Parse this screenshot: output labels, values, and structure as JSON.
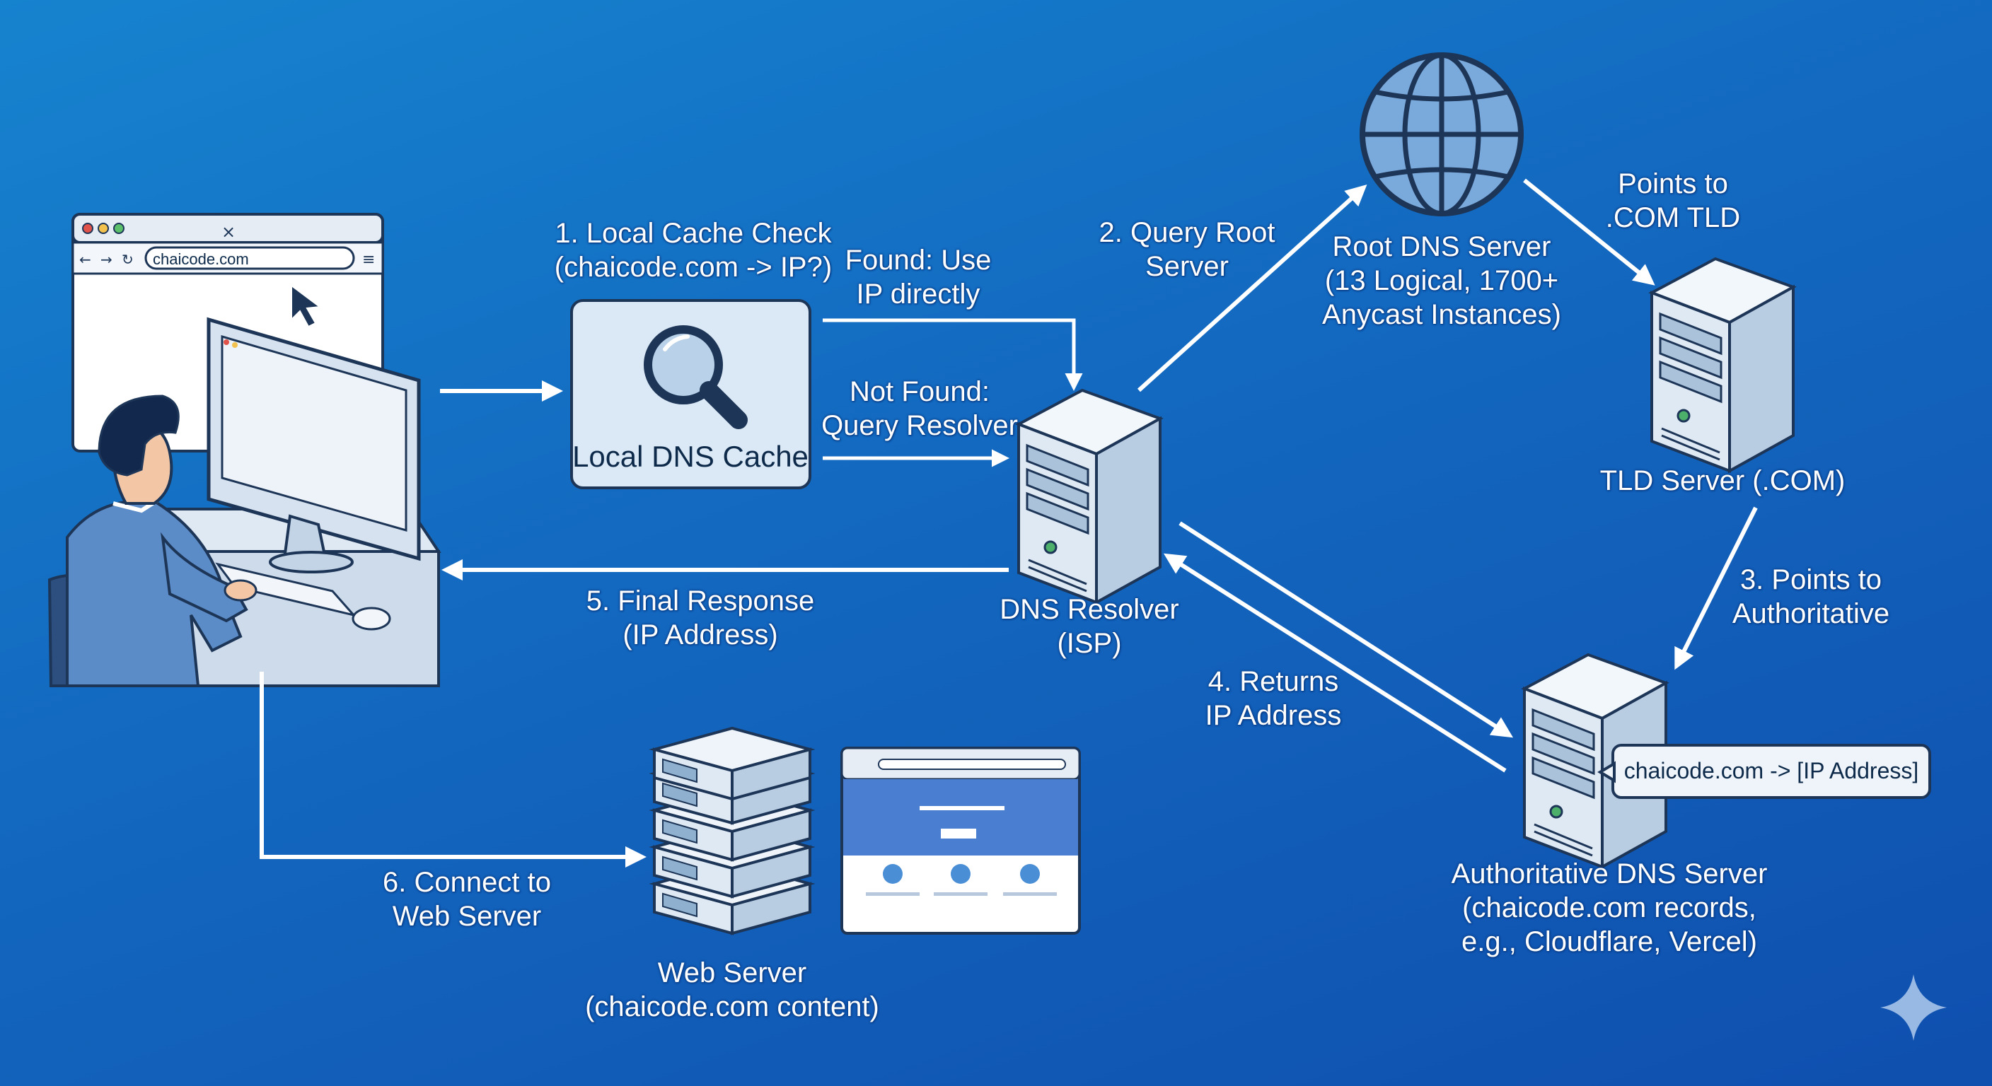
{
  "browser": {
    "url": "chaicode.com"
  },
  "cache_box": {
    "label": "Local DNS Cache"
  },
  "steps": {
    "step1": [
      "1. Local Cache Check",
      "(chaicode.com -> IP?)"
    ],
    "found": [
      "Found: Use",
      "IP directly"
    ],
    "not_found": [
      "Not Found:",
      "Query Resolver"
    ],
    "step2": [
      "2. Query Root",
      "Server"
    ],
    "points_tld": [
      "Points to",
      ".COM TLD"
    ],
    "step3": [
      "3. Points to",
      "Authoritative"
    ],
    "step4": [
      "4. Returns",
      "IP Address"
    ],
    "step5": [
      "5. Final Response",
      "(IP Address)"
    ],
    "step6": [
      "6. Connect to",
      "Web Server"
    ]
  },
  "nodes": {
    "root": [
      "Root DNS Server",
      "(13 Logical, 1700+",
      "Anycast Instances)"
    ],
    "tld": [
      "TLD Server (.COM)"
    ],
    "resolver": [
      "DNS Resolver",
      "(ISP)"
    ],
    "authoritative": [
      "Authoritative DNS Server",
      "(chaicode.com records,",
      "e.g., Cloudflare, Vercel)"
    ],
    "web": [
      "Web Server",
      "(chaicode.com content)"
    ]
  },
  "record_callout": {
    "text": "chaicode.com -> [IP Address]"
  },
  "colors": {
    "background_top": "#1683cf",
    "background_bottom": "#0f4fae",
    "arrow": "#ffffff",
    "server_light": "#dfe9f4",
    "server_side": "#b9cde2",
    "outline": "#1d3557",
    "globe": "#7aa9dc"
  },
  "icons": [
    "user-icon",
    "monitor-icon",
    "browser-window-icon",
    "magnifier-icon",
    "server-icon",
    "globe-icon",
    "server-stack-icon",
    "website-preview-icon",
    "sparkle-icon"
  ]
}
